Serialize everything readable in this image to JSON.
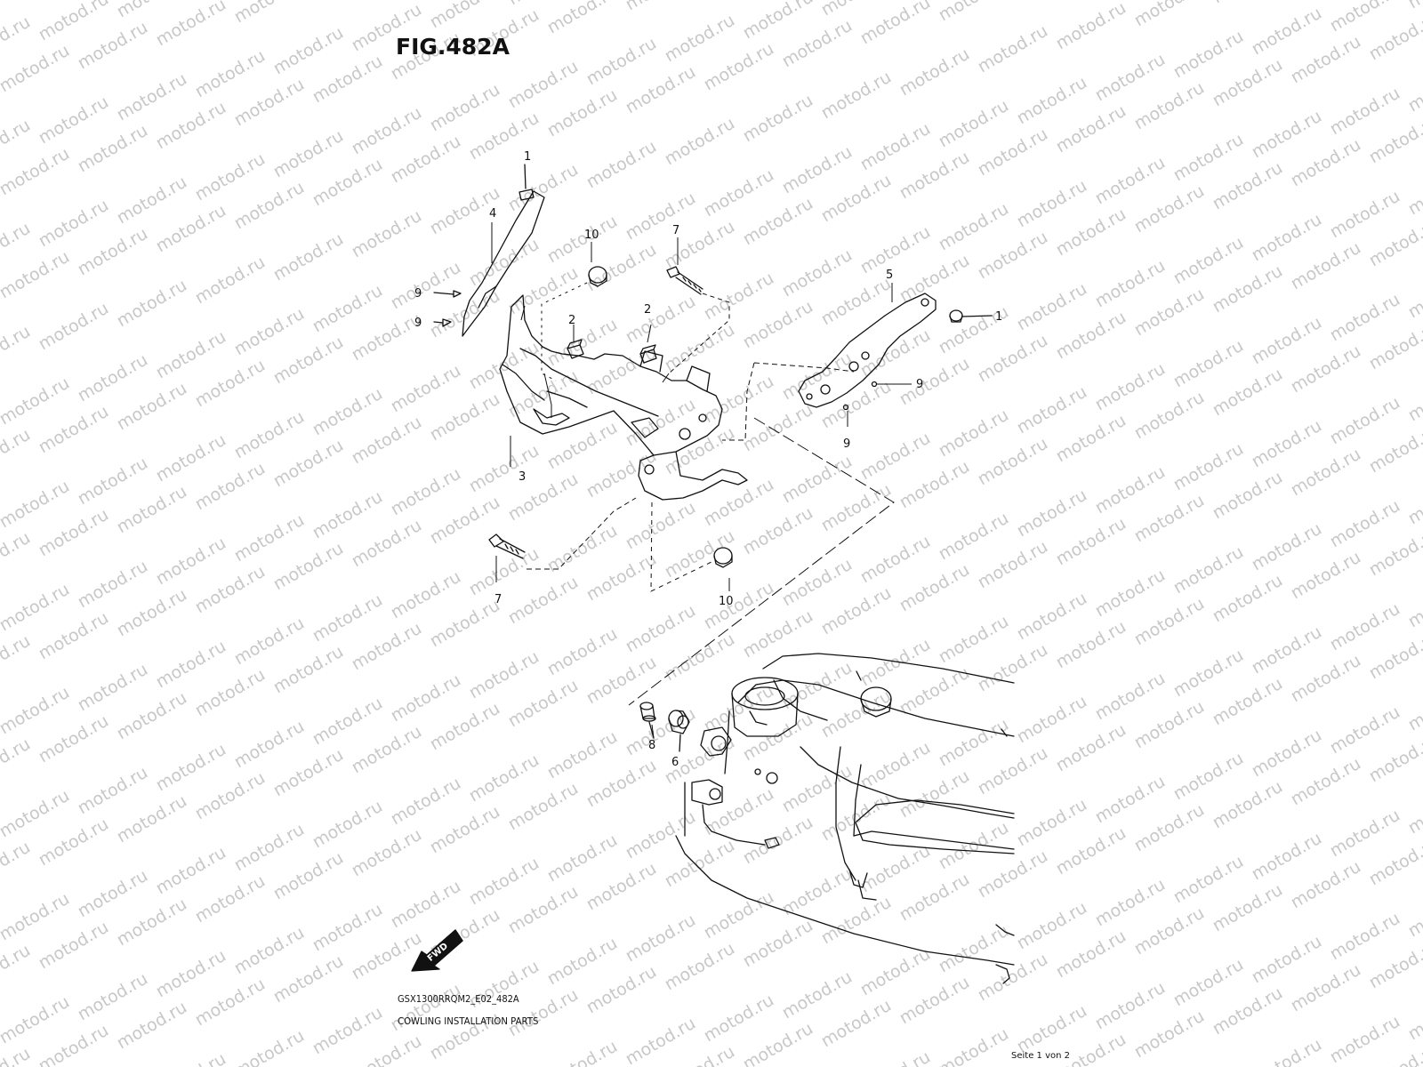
{
  "figure": {
    "title": "FIG.482A",
    "model_code": "GSX1300RRQM2_E02_482A",
    "caption": "COWLING INSTALLATION PARTS"
  },
  "watermark": {
    "text": "motod.ru",
    "color": "#c8c8c8"
  },
  "callouts": {
    "c1_top": "1",
    "c4": "4",
    "c10_top": "10",
    "c7_top": "7",
    "c5": "5",
    "c1_right": "1",
    "c9_a": "9",
    "c9_b": "9",
    "c2_a": "2",
    "c2_b": "2",
    "c9_right": "9",
    "c9_lower": "9",
    "c3": "3",
    "c7_bottom": "7",
    "c10_bottom": "10",
    "c8": "8",
    "c6": "6"
  },
  "fwd_label": "FWD",
  "footer": {
    "page_indicator": "Seite 1 von 2"
  }
}
